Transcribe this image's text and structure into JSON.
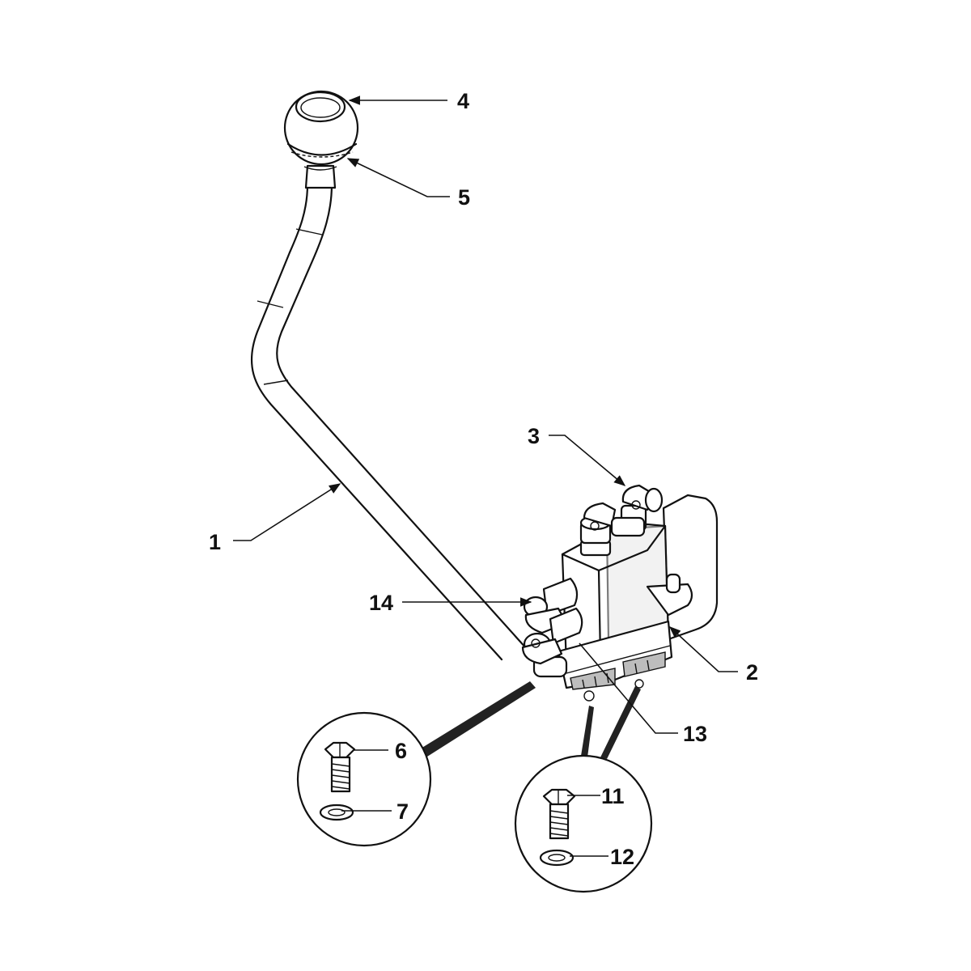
{
  "callouts": [
    {
      "id": "c1",
      "label": "1"
    },
    {
      "id": "c2",
      "label": "2"
    },
    {
      "id": "c3",
      "label": "3"
    },
    {
      "id": "c4",
      "label": "4"
    },
    {
      "id": "c5",
      "label": "5"
    },
    {
      "id": "c6",
      "label": "6"
    },
    {
      "id": "c7",
      "label": "7"
    },
    {
      "id": "c11",
      "label": "11"
    },
    {
      "id": "c12",
      "label": "12"
    },
    {
      "id": "c13",
      "label": "13"
    },
    {
      "id": "c14",
      "label": "14"
    }
  ]
}
